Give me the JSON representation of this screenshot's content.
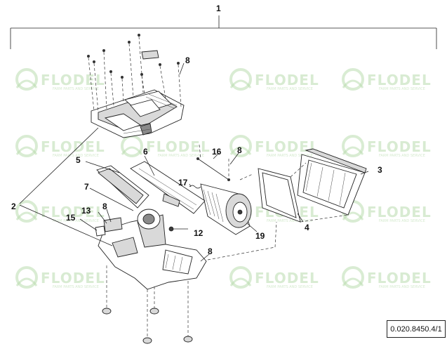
{
  "watermark": {
    "brand": "FLODEL",
    "tagline": "FARM PARTS AND SERVICE"
  },
  "callouts": {
    "c1": "1",
    "c2": "2",
    "c3": "3",
    "c4": "4",
    "c5": "5",
    "c6": "6",
    "c7": "7",
    "c8a": "8",
    "c8b": "8",
    "c8c": "8",
    "c8d": "8",
    "c12": "12",
    "c13": "13",
    "c15": "15",
    "c16": "16",
    "c17": "17",
    "c19": "19"
  },
  "reference": "0.020.8450.4/1"
}
